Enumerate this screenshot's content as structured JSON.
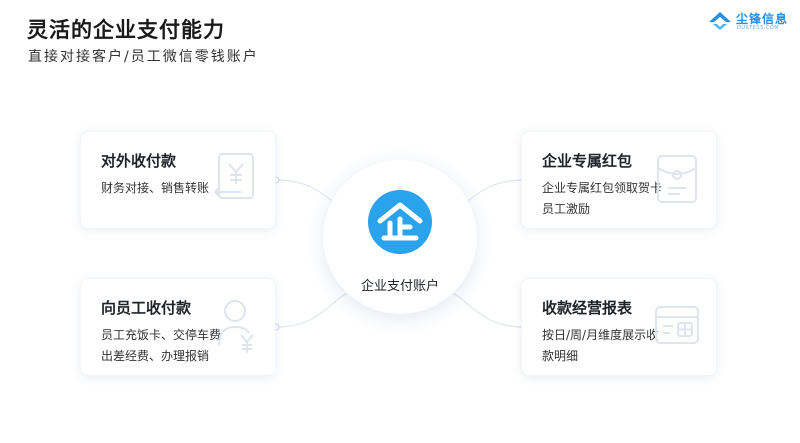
{
  "header": {
    "title": "灵活的企业支付能力",
    "subtitle": "直接对接客户/员工微信零钱账户"
  },
  "logo": {
    "name": "尘锋信息",
    "sub": "DUSTESS.COM"
  },
  "center": {
    "icon_glyph": "企",
    "label": "企业支付账户"
  },
  "cards": {
    "top_left": {
      "title": "对外收付款",
      "lines": [
        "财务对接、销售转账"
      ],
      "icon": "yen-invoice-icon"
    },
    "top_right": {
      "title": "企业专属红包",
      "lines": [
        "企业专属红包领取贺卡",
        "员工激励"
      ],
      "icon": "red-packet-icon"
    },
    "bottom_left": {
      "title": "向员工收付款",
      "lines": [
        "员工充饭卡、交停车费",
        "出差经费、办理报销"
      ],
      "icon": "employee-payment-icon"
    },
    "bottom_right": {
      "title": "收款经营报表",
      "lines": [
        "按日/周/月维度展示收",
        "款明细"
      ],
      "icon": "report-card-icon"
    }
  },
  "colors": {
    "accent": "#2aa3ec",
    "connector": "#dde6f0",
    "icon_stroke": "#dfe5ed"
  }
}
